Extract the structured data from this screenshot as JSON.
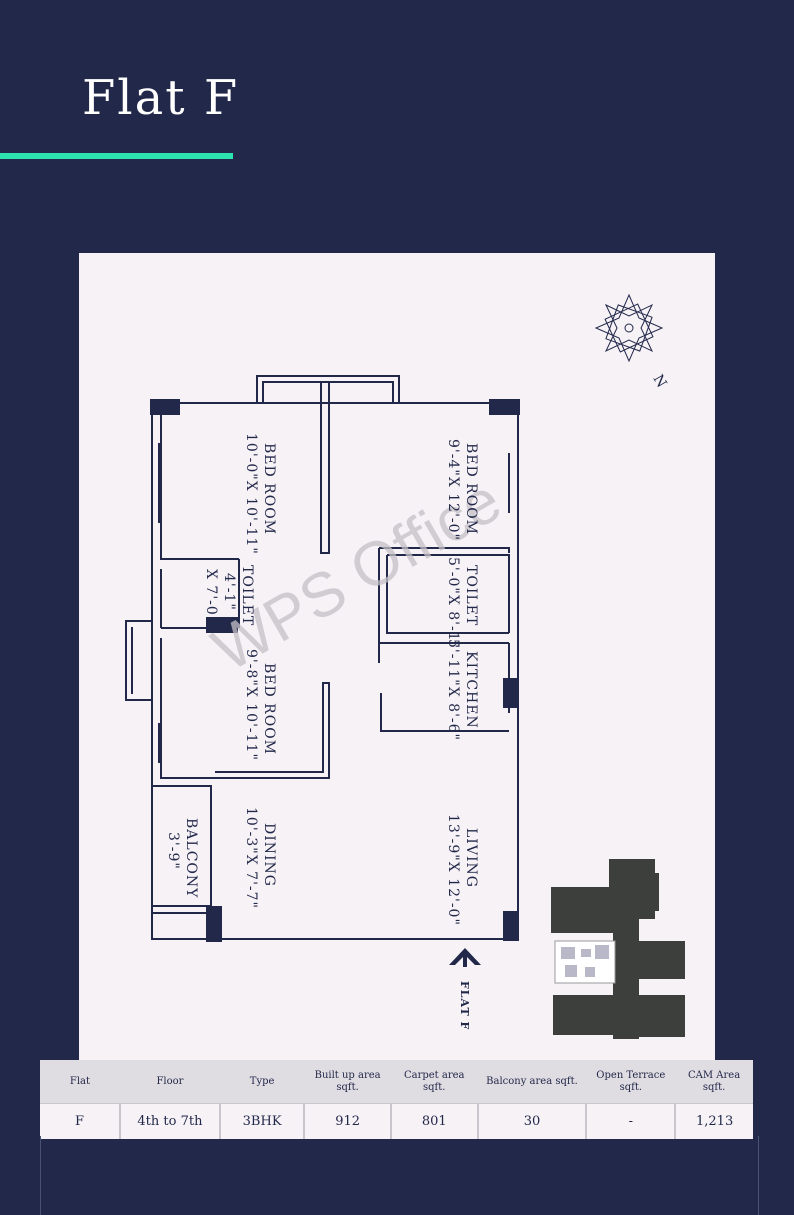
{
  "page": {
    "title": "Flat F"
  },
  "plan": {
    "rooms": [
      {
        "name": "BED ROOM",
        "dims": "10'-0\"X 10'-11\""
      },
      {
        "name": "BED ROOM",
        "dims": "9'-4\"X 12'-0\""
      },
      {
        "name": "TOILET",
        "dims": "4'-1\"",
        "dims2": "X 7'-0\""
      },
      {
        "name": "TOILET",
        "dims": "5'-0\"X 8'-1\""
      },
      {
        "name": "BED ROOM",
        "dims": "9'-8\"X 10'-11\""
      },
      {
        "name": "KITCHEN",
        "dims": "5'-11\"X 8'-6\""
      },
      {
        "name": "BALCONY",
        "dims": "3'-9\""
      },
      {
        "name": "DINING",
        "dims": "10'-3\"X 7'-7\""
      },
      {
        "name": "LIVING",
        "dims": "13'-9\"X 12'-0\""
      }
    ],
    "entry_label": "FLAT F",
    "north_label": "N",
    "watermark": "WPS Office"
  },
  "table": {
    "headers": [
      "Flat",
      "Floor",
      "Type",
      "Built up area sqft.",
      "Carpet area sqft.",
      "Balcony area sqft.",
      "Open Terrace sqft.",
      "CAM Area sqft."
    ],
    "row": [
      "F",
      "4th to 7th",
      "3BHK",
      "912",
      "801",
      "30",
      "-",
      "1,213"
    ]
  },
  "colors": {
    "background": "#22284a",
    "accent": "#2de3b0",
    "panel": "#f6f2f6",
    "wall": "#22284a"
  }
}
